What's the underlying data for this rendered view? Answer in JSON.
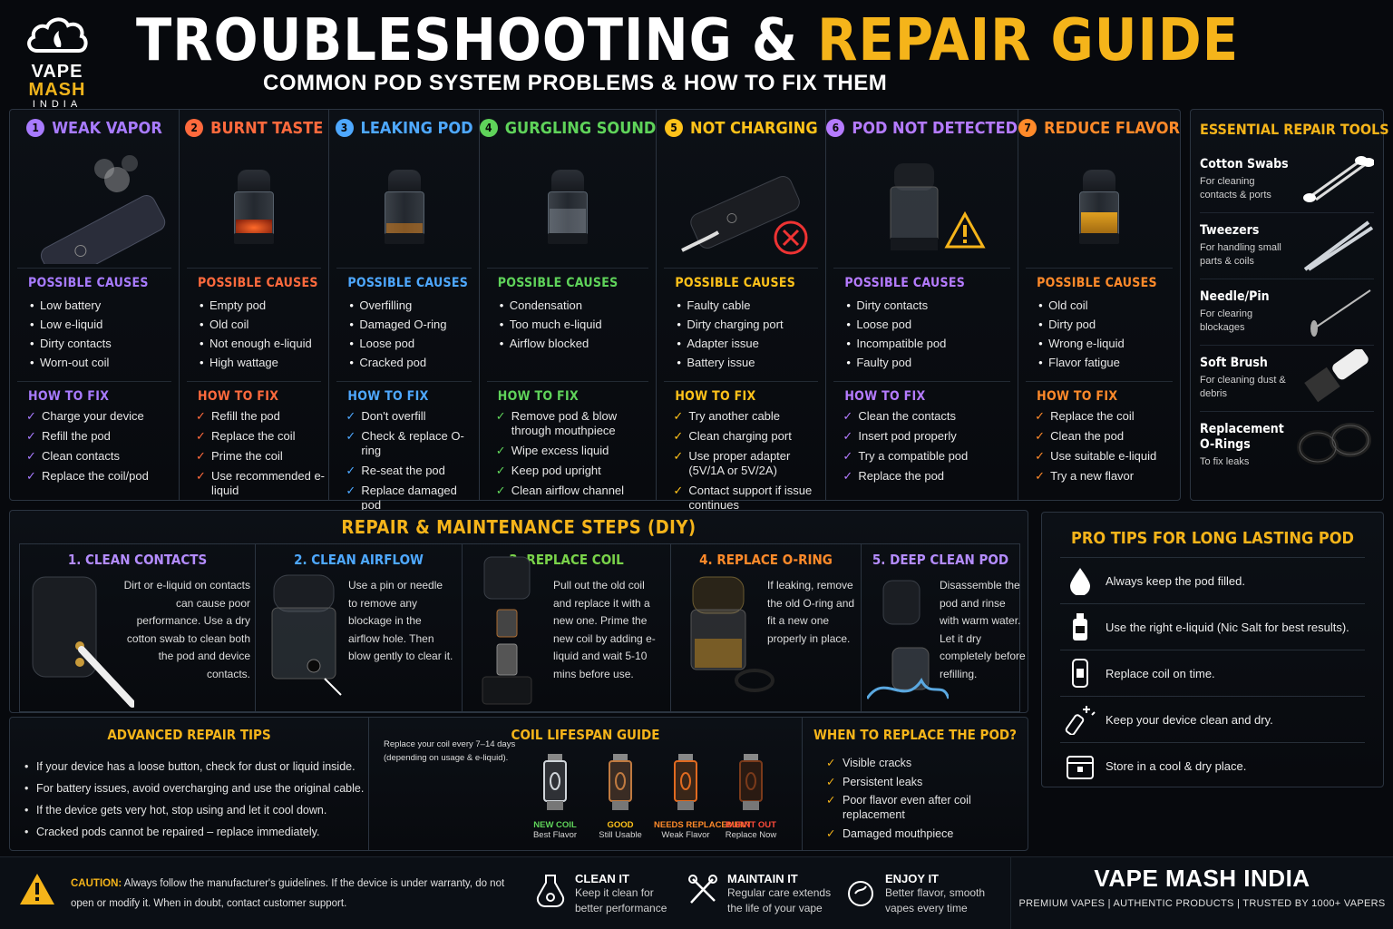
{
  "logo": {
    "line1": "VAPE",
    "line2": "MASH",
    "line3": "INDIA"
  },
  "title": {
    "part1": "TROUBLESHOOTING & ",
    "part2": "REPAIR GUIDE"
  },
  "subtitle": "COMMON POD SYSTEM PROBLEMS & HOW TO FIX THEM",
  "labels": {
    "causes": "POSSIBLE CAUSES",
    "fix": "HOW TO FIX"
  },
  "problems": [
    {
      "num": "1",
      "title": "WEAK VAPOR",
      "color": "#a87bff",
      "causes": [
        "Low battery",
        "Low e-liquid",
        "Dirty contacts",
        "Worn-out coil"
      ],
      "fixes": [
        "Charge your device",
        "Refill the pod",
        "Clean contacts",
        "Replace the coil/pod"
      ]
    },
    {
      "num": "2",
      "title": "BURNT TASTE",
      "color": "#ff6a3d",
      "causes": [
        "Empty pod",
        "Old coil",
        "Not enough e-liquid",
        "High wattage"
      ],
      "fixes": [
        "Refill the pod",
        "Replace the coil",
        "Prime the coil",
        "Use recommended e-liquid"
      ]
    },
    {
      "num": "3",
      "title": "LEAKING POD",
      "color": "#4ea8ff",
      "causes": [
        "Overfilling",
        "Damaged O-ring",
        "Loose pod",
        "Cracked pod"
      ],
      "fixes": [
        "Don't overfill",
        "Check & replace O-ring",
        "Re-seat the pod",
        "Replace damaged pod"
      ]
    },
    {
      "num": "4",
      "title": "GURGLING SOUND",
      "color": "#5fd35a",
      "causes": [
        "Condensation",
        "Too much e-liquid",
        "Airflow blocked"
      ],
      "fixes": [
        "Remove pod & blow through mouthpiece",
        "Wipe excess liquid",
        "Keep pod upright",
        "Clean airflow channel"
      ]
    },
    {
      "num": "5",
      "title": "NOT CHARGING",
      "color": "#ffc21a",
      "causes": [
        "Faulty cable",
        "Dirty charging port",
        "Adapter issue",
        "Battery issue"
      ],
      "fixes": [
        "Try another cable",
        "Clean charging port",
        "Use proper adapter (5V/1A or 5V/2A)",
        "Contact support if issue continues"
      ]
    },
    {
      "num": "6",
      "title": "POD NOT DETECTED",
      "color": "#b57bff",
      "causes": [
        "Dirty contacts",
        "Loose pod",
        "Incompatible pod",
        "Faulty pod"
      ],
      "fixes": [
        "Clean the contacts",
        "Insert pod properly",
        "Try a compatible pod",
        "Replace the pod"
      ]
    },
    {
      "num": "7",
      "title": "REDUCE FLAVOR",
      "color": "#ff8a2a",
      "causes": [
        "Old coil",
        "Dirty pod",
        "Wrong e-liquid",
        "Flavor fatigue"
      ],
      "fixes": [
        "Replace the coil",
        "Clean the pod",
        "Use suitable e-liquid",
        "Try a new flavor"
      ]
    }
  ],
  "tools": {
    "title": "ESSENTIAL REPAIR TOOLS",
    "items": [
      {
        "name": "Cotton Swabs",
        "desc": "For cleaning contacts & ports",
        "icon": "cotton-swab-icon"
      },
      {
        "name": "Tweezers",
        "desc": "For handling small parts & coils",
        "icon": "tweezers-icon"
      },
      {
        "name": "Needle/Pin",
        "desc": "For clearing blockages",
        "icon": "needle-icon"
      },
      {
        "name": "Soft Brush",
        "desc": "For cleaning dust & debris",
        "icon": "brush-icon"
      },
      {
        "name": "Replacement O-Rings",
        "desc": "To fix leaks",
        "icon": "o-ring-icon"
      }
    ]
  },
  "diy": {
    "title": "REPAIR & MAINTENANCE STEPS (DIY)",
    "steps": [
      {
        "title": "1. CLEAN CONTACTS",
        "color": "#b48cff",
        "text": "Dirt or e-liquid on contacts can cause poor performance. Use a dry cotton swab to clean both the pod and device contacts."
      },
      {
        "title": "2. CLEAN AIRFLOW",
        "color": "#4ea8ff",
        "text": "Use a pin or needle to remove any blockage in the airflow hole. Then blow gently to clear it."
      },
      {
        "title": "3. REPLACE COIL",
        "color": "#7ad34a",
        "text": "Pull out the old coil and replace it with a new one. Prime the new coil by adding e-liquid and wait 5-10 mins before use."
      },
      {
        "title": "4. REPLACE O-RING",
        "color": "#ff8a2a",
        "text": "If leaking, remove the old O-ring and fit a new one properly in place."
      },
      {
        "title": "5. DEEP CLEAN POD",
        "color": "#b48cff",
        "text": "Disassemble the pod and rinse with warm water. Let it dry completely before refilling."
      }
    ]
  },
  "advanced": {
    "title": "ADVANCED REPAIR TIPS",
    "items": [
      "If your device has a loose button, check for dust or liquid inside.",
      "For battery issues, avoid overcharging and use the original cable.",
      "If the device gets very hot, stop using and let it cool down.",
      "Cracked pods cannot be repaired – replace immediately."
    ]
  },
  "coil_guide": {
    "title": "COIL LIFESPAN GUIDE",
    "note": "Replace your coil every 7–14 days (depending on usage & e-liquid).",
    "stages": [
      {
        "label": "NEW COIL",
        "sub": "Best Flavor",
        "color": "#5fd35a"
      },
      {
        "label": "GOOD",
        "sub": "Still Usable",
        "color": "#ffc21a"
      },
      {
        "label": "NEEDS REPLACEMENT",
        "sub": "Weak Flavor",
        "color": "#ff8a2a"
      },
      {
        "label": "BURNT OUT",
        "sub": "Replace Now",
        "color": "#ff4b3a"
      }
    ]
  },
  "when_replace": {
    "title": "WHEN TO REPLACE THE POD?",
    "items": [
      "Visible cracks",
      "Persistent leaks",
      "Poor flavor even after coil replacement",
      "Damaged mouthpiece"
    ]
  },
  "pro_tips": {
    "title": "PRO TIPS FOR LONG LASTING POD",
    "items": [
      {
        "text": "Always keep the pod filled.",
        "icon": "drop-icon"
      },
      {
        "text": "Use the right e-liquid (Nic Salt for best results).",
        "icon": "bottle-icon"
      },
      {
        "text": "Replace coil on time.",
        "icon": "pod-icon"
      },
      {
        "text": "Keep your device clean and dry.",
        "icon": "sparkle-device-icon"
      },
      {
        "text": "Store in a cool & dry place.",
        "icon": "box-icon"
      }
    ]
  },
  "footer": {
    "caution_label": "CAUTION:",
    "caution_text": " Always follow the manufacturer's guidelines. If the device is under warranty, do not open or modify it. When in doubt, contact customer support.",
    "items": [
      {
        "title": "CLEAN IT",
        "desc": "Keep it clean for better performance"
      },
      {
        "title": "MAINTAIN IT",
        "desc": "Regular care extends the life of your vape"
      },
      {
        "title": "ENJOY IT",
        "desc": "Better flavor, smooth vapes every time"
      }
    ],
    "brand": "VAPE MASH INDIA",
    "tagline": "PREMIUM VAPES  |  AUTHENTIC PRODUCTS  |  TRUSTED BY 1000+ VAPERS"
  },
  "colors": {
    "accent": "#f5b41a",
    "border": "#2b3440",
    "bg": "#07090d"
  }
}
